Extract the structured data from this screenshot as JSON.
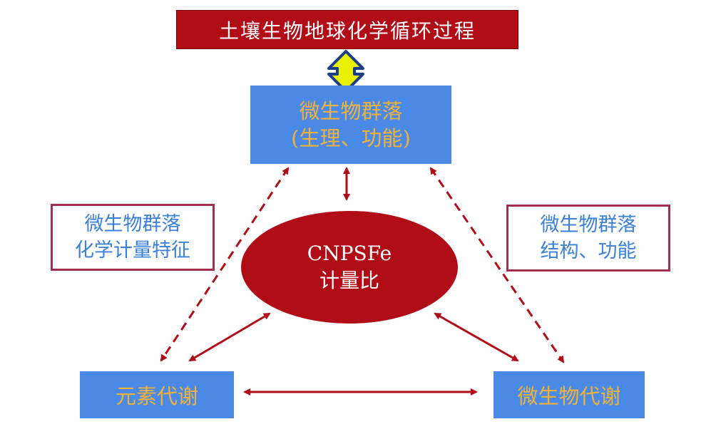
{
  "title": "土壤生物地球化学循环过程",
  "community": {
    "line1": "微生物群落",
    "line2": "(生理、功能)"
  },
  "left_label": {
    "line1": "微生物群落",
    "line2": "化学计量特征"
  },
  "right_label": {
    "line1": "微生物群落",
    "line2": "结构、功能"
  },
  "center": {
    "line1": "CNPSFe",
    "line2": "计量比"
  },
  "bottom_left": "元素代谢",
  "bottom_right": "微生物代谢",
  "colors": {
    "title_bg": "#b00d17",
    "box_bg": "#4a8ae6",
    "box_text": "#f0b23a",
    "label_text": "#3a7fd8",
    "label_border": "#a03050",
    "arrow": "#b00d17",
    "double_arrow_fill": "#e8f000",
    "double_arrow_border": "#1a3e8c"
  }
}
